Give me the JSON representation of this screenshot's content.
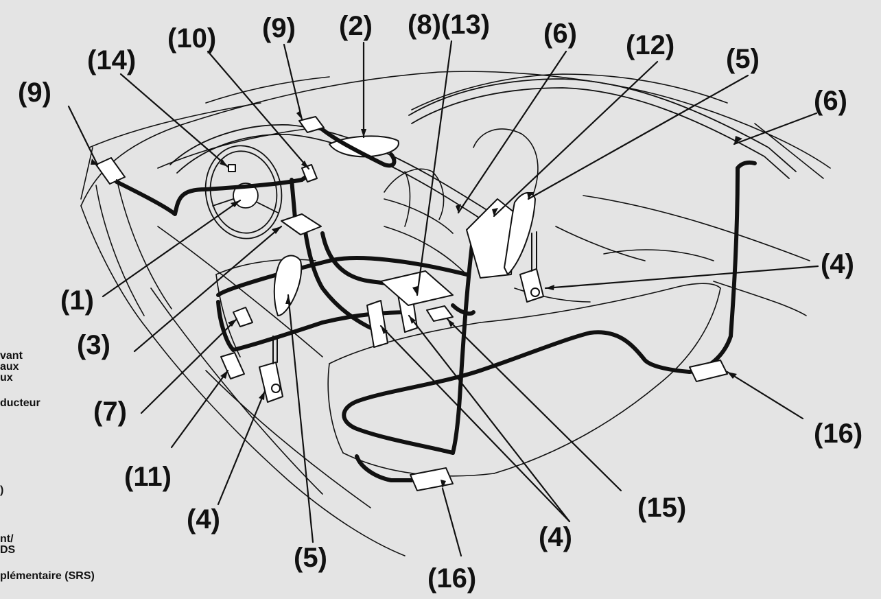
{
  "callouts": {
    "c1": "(1)",
    "c2": "(2)",
    "c3": "(3)",
    "c4a": "(4)",
    "c4b": "(4)",
    "c4c": "(4)",
    "c5a": "(5)",
    "c5b": "(5)",
    "c6a": "(6)",
    "c6b": "(6)",
    "c7": "(7)",
    "c8_13": "(8)(13)",
    "c9a": "(9)",
    "c9b": "(9)",
    "c10": "(10)",
    "c11": "(11)",
    "c12": "(12)",
    "c14": "(14)",
    "c15": "(15)",
    "c16a": "(16)",
    "c16b": "(16)"
  },
  "left_fragments": {
    "f1": "vant",
    "f2": "aux",
    "f3": "ux",
    "f4": "ducteur",
    "f5": ")",
    "f6": "nt/",
    "f7": "DS",
    "f8": "plémentaire (SRS)"
  },
  "colors": {
    "background": "#e4e4e4",
    "lines": "#111111",
    "component_fill": "#ffffff"
  }
}
